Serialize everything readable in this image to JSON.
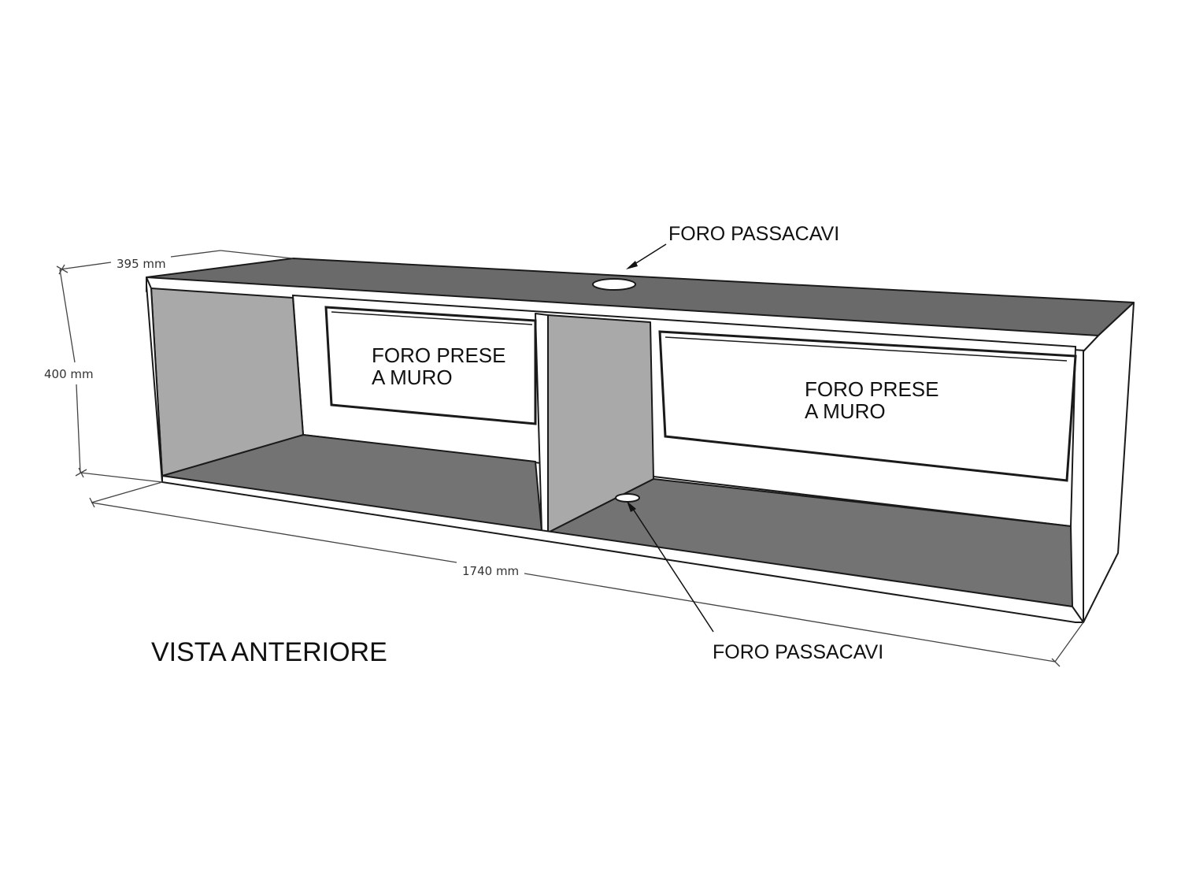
{
  "labels": {
    "top_hole": "FORO PASSACAVI",
    "bottom_hole": "FORO PASSACAVI",
    "left_opening": [
      "FORO PRESE",
      "A MURO"
    ],
    "right_opening": [
      "FORO PRESE",
      "A MURO"
    ],
    "view_title": "VISTA ANTERIORE"
  },
  "dimensions": {
    "depth": "395 mm",
    "height": "400 mm",
    "width": "1740 mm"
  },
  "colors": {
    "top_face": "#6a6a6a",
    "floor": "#737373",
    "back_panel": "#ffffff",
    "side_panel": "#a9a9a9",
    "edge_face": "#ffffff",
    "stroke": "#1a1a1a"
  }
}
